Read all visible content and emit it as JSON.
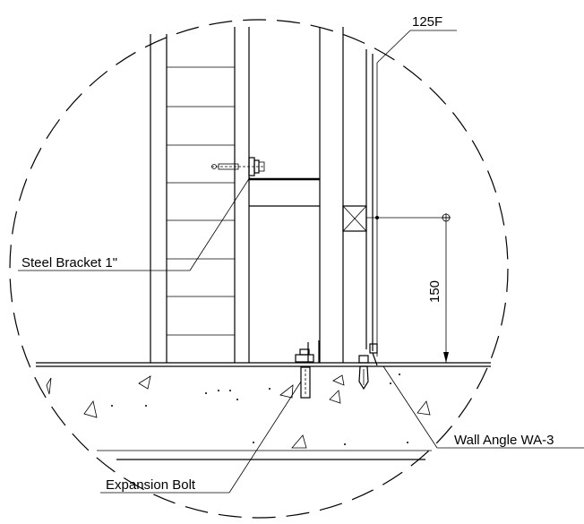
{
  "labels": {
    "profile": "125F",
    "steel_bracket": "Steel Bracket 1\"",
    "dimension": "150",
    "wall_angle": "Wall Angle WA-3",
    "expansion_bolt": "Expansion Bolt"
  },
  "icons": {
    "aggregate": "triangle-aggregate-icon",
    "anchor_bolt": "bolt-icon"
  }
}
